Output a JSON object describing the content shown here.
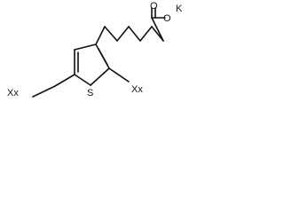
{
  "molecule": {
    "atoms": {
      "oxygen_carbonyl": "O",
      "oxygen_ester": "O",
      "potassium": "K",
      "sulfur": "S",
      "left_substituent": "Xx",
      "right_substituent": "Xx"
    }
  },
  "colors": {
    "bond": "#111111",
    "label": "#111111",
    "background": "#ffffff"
  }
}
